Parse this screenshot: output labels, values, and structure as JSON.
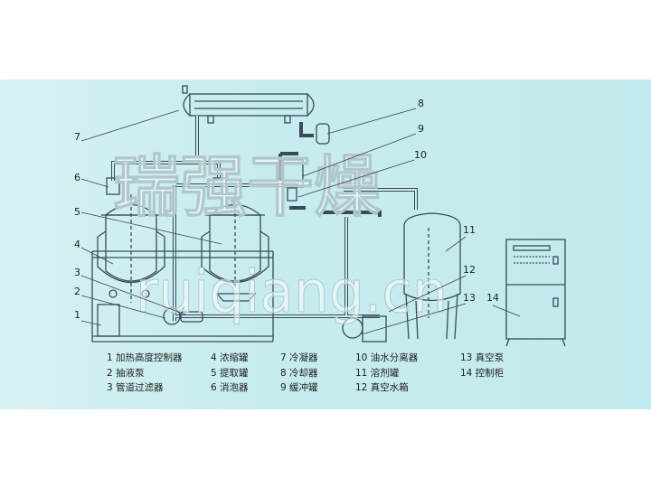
{
  "watermark": {
    "cn": "瑞强干燥",
    "url": "ruiqiang.cn"
  },
  "labels": [
    "1",
    "2",
    "3",
    "4",
    "5",
    "6",
    "7",
    "8",
    "9",
    "10",
    "11",
    "12",
    "13",
    "14"
  ],
  "legend": [
    [
      {
        "num": "1",
        "text": "加热高度控制器"
      },
      {
        "num": "2",
        "text": "抽液泵"
      },
      {
        "num": "3",
        "text": "管道过滤器"
      }
    ],
    [
      {
        "num": "4",
        "text": "浓缩罐"
      },
      {
        "num": "5",
        "text": "提取罐"
      },
      {
        "num": "6",
        "text": "消泡器"
      }
    ],
    [
      {
        "num": "7",
        "text": "冷凝器"
      },
      {
        "num": "8",
        "text": "冷却器"
      },
      {
        "num": "9",
        "text": "缓冲罐"
      }
    ],
    [
      {
        "num": "10",
        "text": "油水分离器"
      },
      {
        "num": "11",
        "text": "溶剂罐"
      },
      {
        "num": "12",
        "text": "真空水箱"
      }
    ],
    [
      {
        "num": "13",
        "text": "真空泵"
      },
      {
        "num": "14",
        "text": "控制柜"
      }
    ]
  ]
}
